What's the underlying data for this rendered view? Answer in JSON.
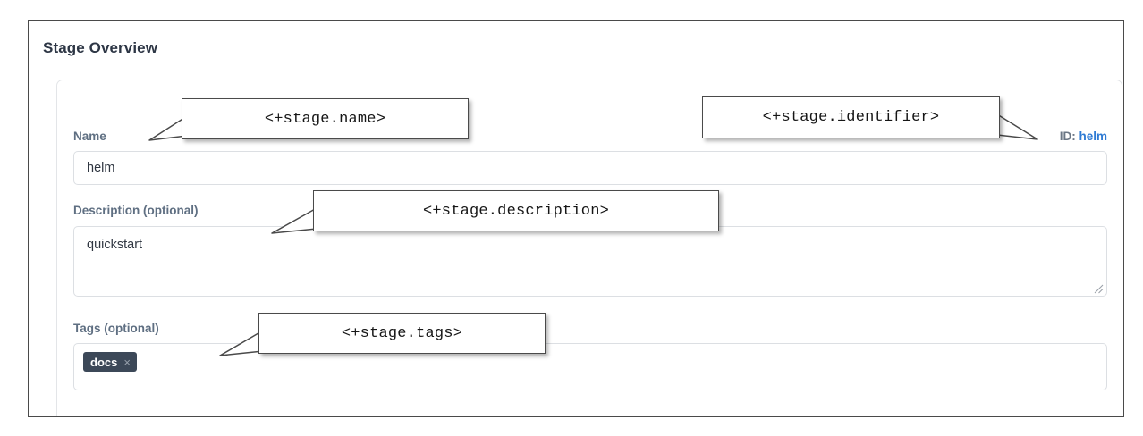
{
  "panel": {
    "title": "Stage Overview"
  },
  "form": {
    "name": {
      "label": "Name",
      "value": "helm",
      "placeholder": ""
    },
    "identifier": {
      "key": "ID:",
      "value": "helm"
    },
    "description": {
      "label": "Description (optional)",
      "value": "quickstart",
      "placeholder": ""
    },
    "tags": {
      "label": "Tags (optional)",
      "chips": [
        {
          "label": "docs",
          "remove_icon": "×"
        }
      ],
      "placeholder": ""
    }
  },
  "annotations": [
    {
      "id": "name",
      "text": "<+stage.name>"
    },
    {
      "id": "identifier",
      "text": "<+stage.identifier>"
    },
    {
      "id": "description",
      "text": "<+stage.description>"
    },
    {
      "id": "tags",
      "text": "<+stage.tags>"
    }
  ],
  "colors": {
    "frame_border": "#4a4a4a",
    "heading": "#2d3645",
    "label": "#5f6f82",
    "link": "#2f7bd4",
    "chip_bg": "#3c4858",
    "input_border": "#dcdfe3"
  }
}
